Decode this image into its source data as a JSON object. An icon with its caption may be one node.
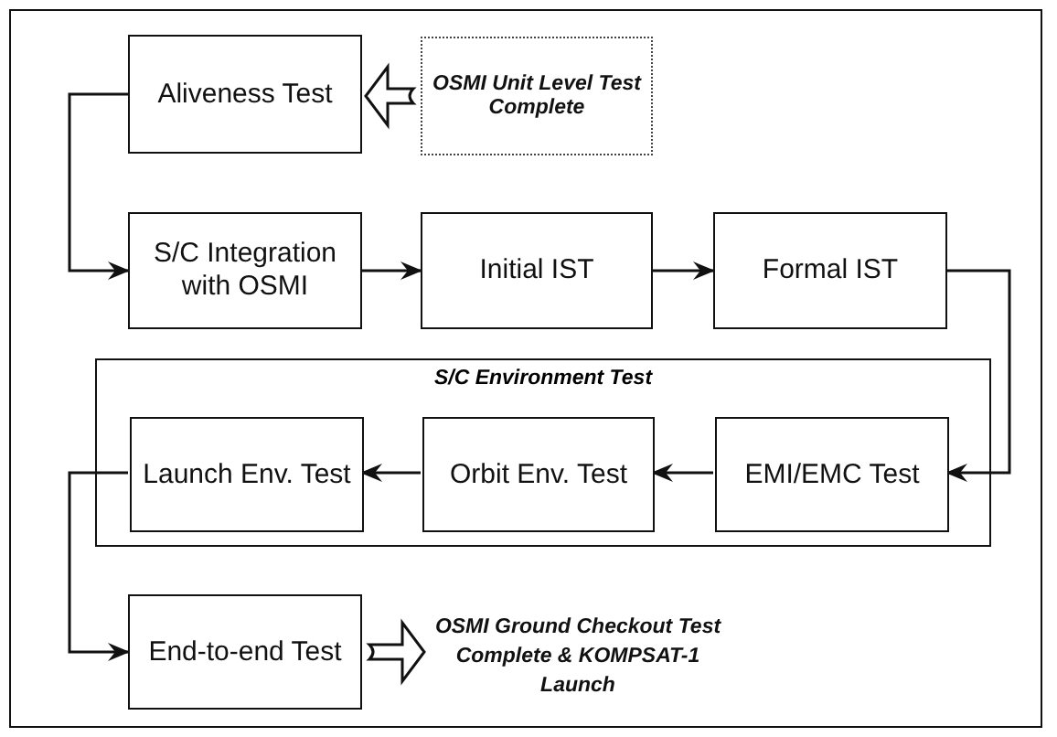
{
  "diagram": {
    "nodes": [
      {
        "text": [
          "Aliveness Test"
        ]
      },
      {
        "text": [
          "OSMI Unit Level Test Complete"
        ]
      },
      {
        "text": [
          "S/C Integration with OSMI"
        ]
      },
      {
        "text": [
          "Initial IST"
        ]
      },
      {
        "text": [
          "Formal IST"
        ]
      },
      {
        "text": [
          "S/C Environment Test"
        ]
      },
      {
        "text": [
          "Launch Env. Test"
        ],
        "in": 5
      },
      {
        "text": [
          "Orbit Env. Test"
        ],
        "in": 5
      },
      {
        "text": [
          "EMI/EMC Test"
        ],
        "in": 5
      },
      {
        "text": [
          "End-to-end Test"
        ]
      },
      {
        "text": [
          "OSMI Ground Checkout Test Complete & KOMPSAT-1 Launch"
        ]
      }
    ],
    "edges": [
      {
        "from": 1,
        "to": 0,
        "arrow": "to",
        "style": "thick"
      },
      {
        "from": 0,
        "to": 2,
        "arrow": "to"
      },
      {
        "from": 2,
        "to": 3,
        "arrow": "to"
      },
      {
        "from": 3,
        "to": 4,
        "arrow": "to"
      },
      {
        "from": 4,
        "to": 8,
        "arrow": "to"
      },
      {
        "from": 8,
        "to": 7,
        "arrow": "to"
      },
      {
        "from": 7,
        "to": 6,
        "arrow": "to"
      },
      {
        "from": 6,
        "to": 9,
        "arrow": "to"
      },
      {
        "from": 9,
        "to": 10,
        "arrow": "to",
        "style": "thick"
      }
    ]
  }
}
